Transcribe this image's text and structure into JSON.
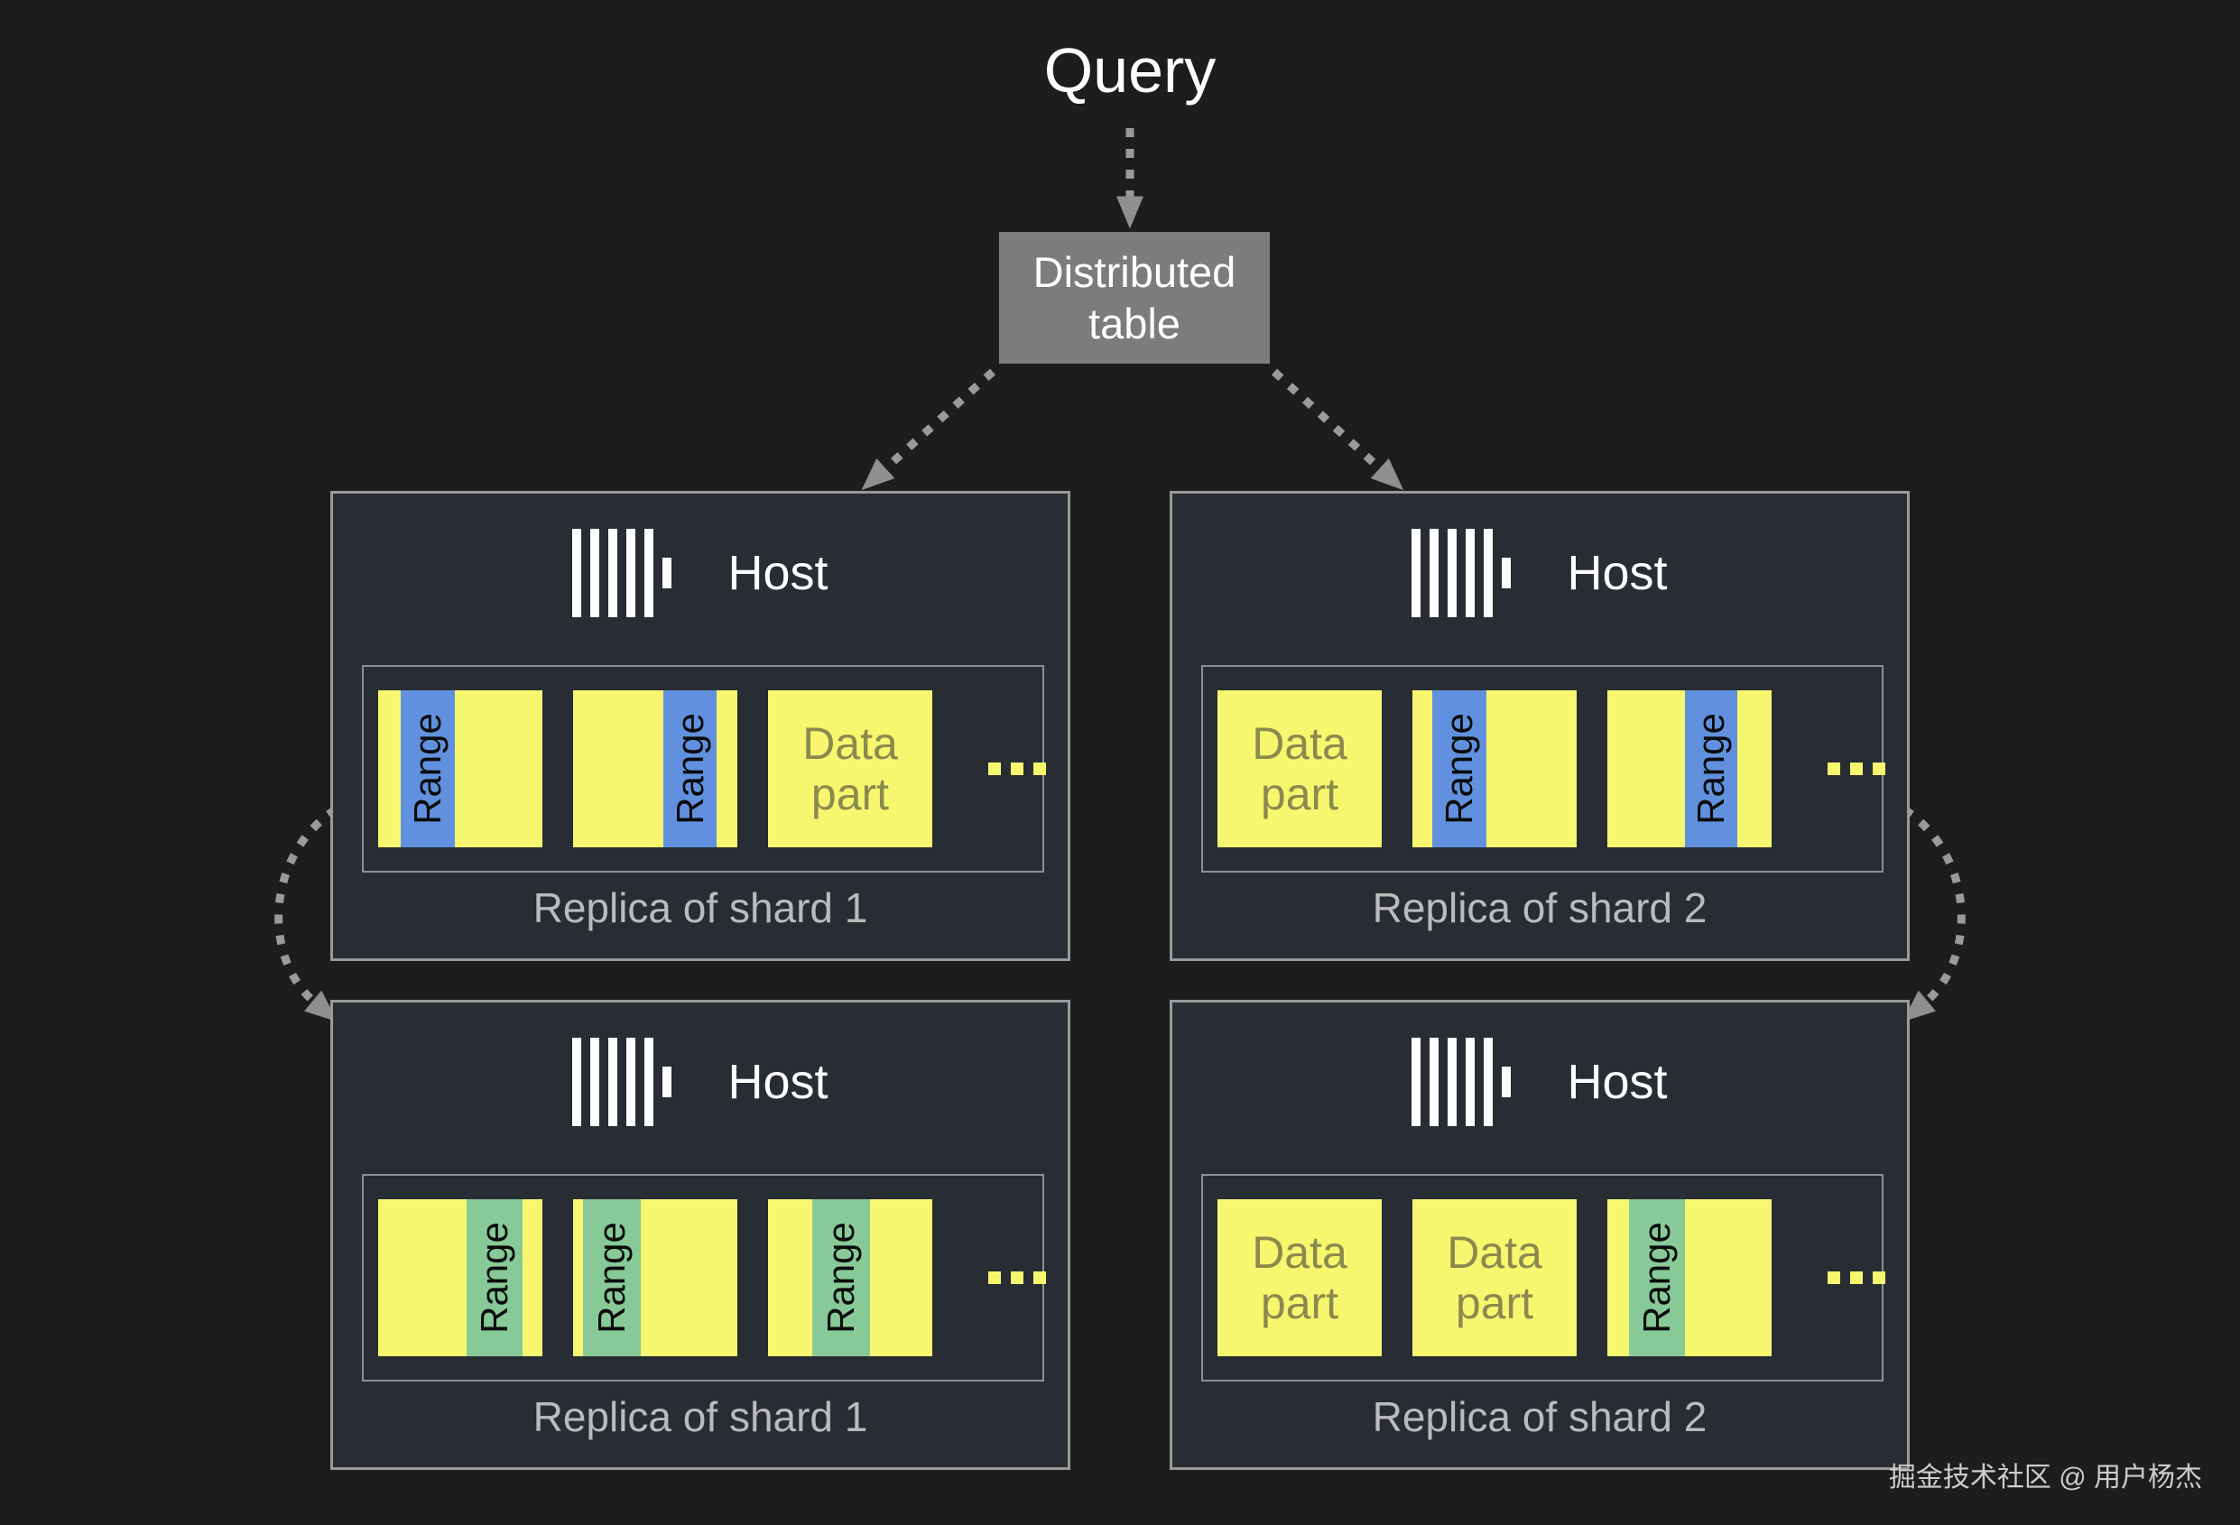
{
  "query_label": "Query",
  "distributed_table": {
    "line1": "Distributed",
    "line2": "table"
  },
  "ellipsis": "...",
  "watermark": "掘金技术社区 @ 用户杨杰",
  "colors": {
    "background": "#1d1d1d",
    "box_fill": "#282c33",
    "box_border": "#9a9a9a",
    "inner_border": "#8b9097",
    "distributed_fill": "#7c7c7c",
    "part_yellow": "#f7f76f",
    "range_blue": "#6191de",
    "range_green": "#87ca97",
    "data_part_text": "#8a8a4e",
    "caption_text": "#bbbbbb",
    "arrow": "#9a9a9a"
  },
  "boxes": [
    {
      "id": "replica-of-shard-1-top",
      "host_label": "Host",
      "caption": "Replica of shard 1",
      "parts": [
        {
          "kind": "range",
          "color": "blue",
          "label": "Range",
          "stripe_left_pct": 13.5,
          "stripe_width_pct": 33
        },
        {
          "kind": "range",
          "color": "blue",
          "label": "Range",
          "stripe_left_pct": 55,
          "stripe_width_pct": 32.5
        },
        {
          "kind": "data",
          "label_line1": "Data",
          "label_line2": "part"
        }
      ]
    },
    {
      "id": "replica-of-shard-2-top",
      "host_label": "Host",
      "caption": "Replica of shard 2",
      "parts": [
        {
          "kind": "data",
          "label_line1": "Data",
          "label_line2": "part"
        },
        {
          "kind": "range",
          "color": "blue",
          "label": "Range",
          "stripe_left_pct": 12,
          "stripe_width_pct": 33
        },
        {
          "kind": "range",
          "color": "blue",
          "label": "Range",
          "stripe_left_pct": 47,
          "stripe_width_pct": 32
        }
      ]
    },
    {
      "id": "replica-of-shard-1-bottom",
      "host_label": "Host",
      "caption": "Replica of shard 1",
      "parts": [
        {
          "kind": "range",
          "color": "green",
          "label": "Range",
          "stripe_left_pct": 54,
          "stripe_width_pct": 34
        },
        {
          "kind": "range",
          "color": "green",
          "label": "Range",
          "stripe_left_pct": 6,
          "stripe_width_pct": 35
        },
        {
          "kind": "range",
          "color": "green",
          "label": "Range",
          "stripe_left_pct": 27,
          "stripe_width_pct": 35
        }
      ]
    },
    {
      "id": "replica-of-shard-2-bottom",
      "host_label": "Host",
      "caption": "Replica of shard 2",
      "parts": [
        {
          "kind": "data",
          "label_line1": "Data",
          "label_line2": "part"
        },
        {
          "kind": "data",
          "label_line1": "Data",
          "label_line2": "part"
        },
        {
          "kind": "range",
          "color": "green",
          "label": "Range",
          "stripe_left_pct": 13,
          "stripe_width_pct": 34
        }
      ]
    }
  ]
}
